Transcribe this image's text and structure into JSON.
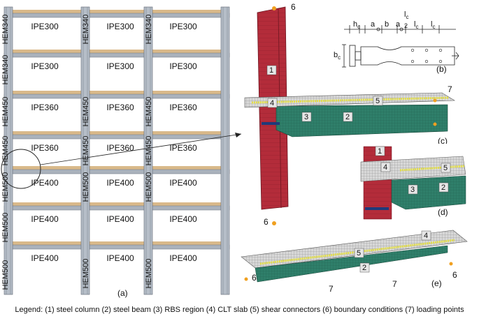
{
  "frame": {
    "beam_labels": [
      [
        "IPE300",
        "IPE300",
        "IPE300"
      ],
      [
        "IPE300",
        "IPE300",
        "IPE300"
      ],
      [
        "IPE360",
        "IPE360",
        "IPE360"
      ],
      [
        "IPE360",
        "IPE360",
        "IPE360"
      ],
      [
        "IPE400",
        "IPE400",
        "IPE400"
      ],
      [
        "IPE400",
        "IPE400",
        "IPE400"
      ],
      [
        "IPE400",
        "IPE400",
        "IPE400"
      ]
    ],
    "column_labels_left": [
      "HEM340",
      "HEM340",
      "HEM450",
      "HEM450",
      "HEM500",
      "HEM500",
      "HEM500"
    ],
    "column_labels_inner": [
      "HEM340",
      "HEM450",
      "HEM450",
      "HEM500",
      "HEM500"
    ],
    "panel_label": "(a)"
  },
  "rbs": {
    "dims": {
      "hc": "h",
      "hc_sub": "c",
      "a1": "a",
      "b": "b",
      "a2": "a",
      "l_half": "l",
      "l_half_sub": "c",
      "l_half_den": "2",
      "lc1": "l",
      "lc1_sub": "c",
      "lc2": "l",
      "lc2_sub": "c",
      "bc": "b",
      "bc_sub": "c"
    },
    "panel_label": "(b)"
  },
  "model_c": {
    "labels": [
      "4",
      "5",
      "7",
      "3",
      "2"
    ],
    "panel_label": "(c)",
    "column_label": "1",
    "top_bc": "6",
    "bottom_bc": "6"
  },
  "model_d": {
    "labels": [
      "1",
      "4",
      "5",
      "3",
      "2"
    ],
    "panel_label": "(d)"
  },
  "model_e": {
    "labels": [
      "4",
      "5",
      "2",
      "6",
      "7",
      "7",
      "6"
    ],
    "panel_label": "(e)"
  },
  "legend": "Legend: (1) steel column (2) steel beam (3) RBS region (4) CLT slab (5) shear connectors (6) boundary conditions (7) loading points",
  "colors": {
    "steel_col": "#a9b1bb",
    "slab": "#d9b98a",
    "column_red": "#b8303d",
    "beam_green": "#2f7f6a",
    "mesh": "#9a9a9a",
    "connector": "#e8e04a"
  }
}
